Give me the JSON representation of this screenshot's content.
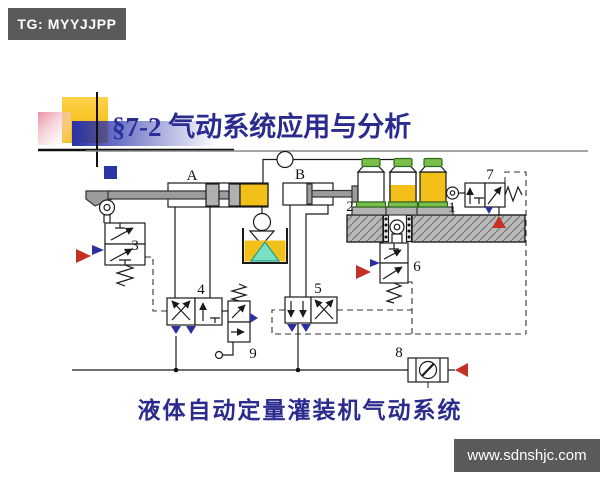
{
  "colors": {
    "title_blue": "#2B2B8E",
    "badge_gray": "#5A5A5A",
    "accent_yellow": "#F2C018",
    "cap_green": "#79BD4A",
    "liquid_teal": "#79E0C4",
    "pilot_blue": "#2A2F9E",
    "pressure_red": "#C33024",
    "platform_gray": "#B9B9B9",
    "rod_gray": "#9C9C9C"
  },
  "badge": {
    "label": "TG: MYYJJPP"
  },
  "header": {
    "title": "§7-2 气动系统应用与分析"
  },
  "diagram": {
    "caption": "液体自动定量灌装机气动系统",
    "labels": {
      "cylinder_a": "A",
      "cylinder_b": "B",
      "bottle_filled": "1",
      "bottle_empty": "2",
      "valve_3": "3",
      "valve_4": "4",
      "valve_5": "5",
      "valve_6": "6",
      "valve_7": "7",
      "air_unit_8": "8",
      "valve_9": "9"
    }
  },
  "footer": {
    "watermark": "www.sdnshjc.com"
  }
}
